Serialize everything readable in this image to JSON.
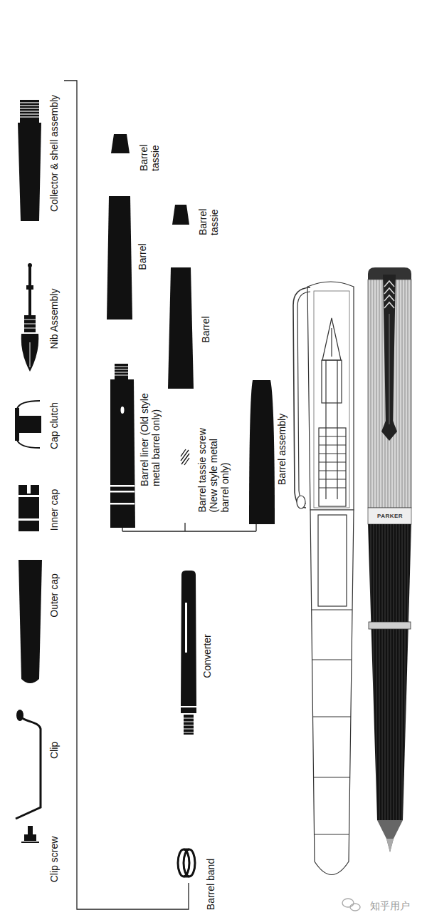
{
  "diagram": {
    "labels": [
      "Clip screw",
      "Clip",
      "Outer cap",
      "Inner cap",
      "Cap clutch",
      "Nib Assembly",
      "Collector & shell assembly",
      "Barrel band",
      "Converter",
      "Barrel liner (Old style metal barrel only)",
      "Barrel",
      "Barrel tassie",
      "Barrel tassie screw (New style metal barrel only)",
      "Barrel",
      "Barrel tassie",
      "Barrel assembly",
      "PARKER",
      "知乎用户"
    ]
  }
}
